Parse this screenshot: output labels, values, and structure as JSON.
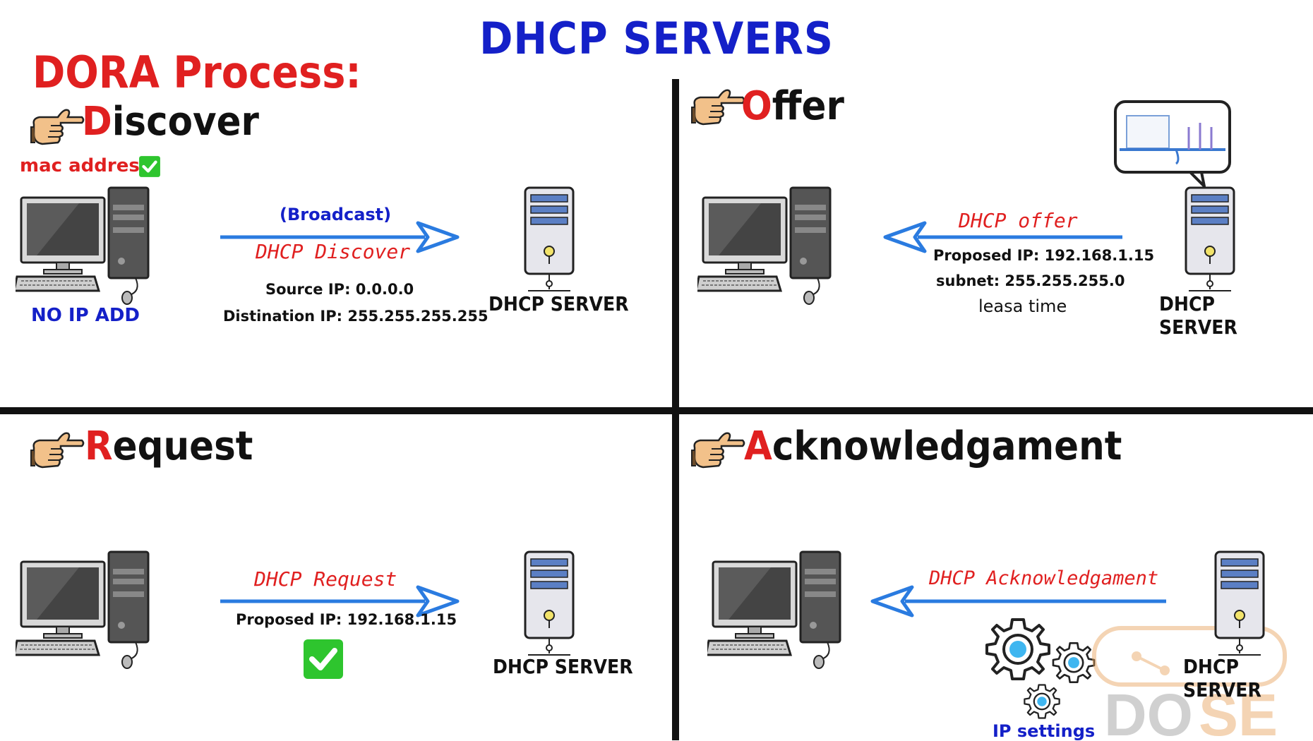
{
  "title": "DHCP SERVERS",
  "subtitle": "DORA Process:",
  "quadrants": {
    "discover": {
      "heading_cap": "D",
      "heading_rest": "iscover",
      "mac_label": "mac address:",
      "no_ip_label": "NO IP ADD",
      "broadcast_label": "(Broadcast)",
      "message_label": "DHCP Discover",
      "source_ip": "Source IP:   0.0.0.0",
      "destination_ip": "Distination IP: 255.255.255.255",
      "server_label": "DHCP SERVER"
    },
    "offer": {
      "heading_cap": "O",
      "heading_rest": "ffer",
      "message_label": "DHCP offer",
      "proposed_ip": "Proposed IP: 192.168.1.15",
      "subnet": "subnet: 255.255.255.0",
      "lease": "leasa time",
      "server_label": "DHCP SERVER"
    },
    "request": {
      "heading_cap": "R",
      "heading_rest": "equest",
      "message_label": "DHCP Request",
      "proposed_ip": "Proposed IP: 192.168.1.15",
      "server_label": "DHCP SERVER"
    },
    "ack": {
      "heading_cap": "A",
      "heading_rest": "cknowledgament",
      "message_label": "DHCP Acknowledgament",
      "ip_settings": "IP settings",
      "server_label": "DHCP SERVER"
    }
  },
  "watermark": "DOSE",
  "colors": {
    "title_blue": "#1420c8",
    "accent_red": "#e02020",
    "arrow_blue": "#2a7be0",
    "check_green": "#2ec52e"
  },
  "icons": [
    "pointing-hand-icon",
    "desktop-computer-icon",
    "server-tower-icon",
    "arrow-right-icon",
    "arrow-left-icon",
    "checkmark-icon",
    "gear-icon",
    "speech-bubble-icon"
  ]
}
